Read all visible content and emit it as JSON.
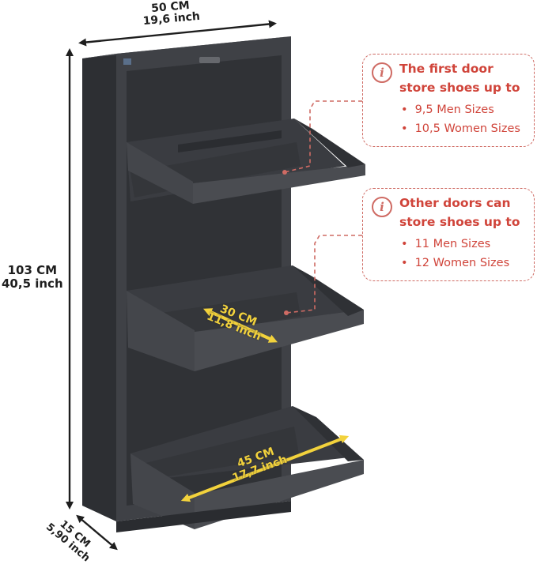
{
  "dimensions": {
    "width_cm": "50 CM",
    "width_inch": "19,6 inch",
    "height_cm": "103 CM",
    "height_inch": "40,5 inch",
    "depth_cm": "15 CM",
    "depth_inch": "5,90 inch",
    "shelf_depth_cm": "30 CM",
    "shelf_depth_inch": "11,8 inch",
    "shelf_width_cm": "45 CM",
    "shelf_width_inch": "17,7 inch"
  },
  "callouts": [
    {
      "title_line1": "The first door",
      "title_line2": "store shoes up to",
      "items": [
        "9,5 Men Sizes",
        "10,5 Women Sizes"
      ]
    },
    {
      "title_line1": "Other doors can",
      "title_line2": "store shoes up to",
      "items": [
        "11 Men Sizes",
        "12 Women Sizes"
      ]
    }
  ],
  "colors": {
    "cabinet": "#3d3f44",
    "dimension_line": "#1e1e1e",
    "highlight": "#f2d23c",
    "callout": "#d0443a"
  },
  "icons": [
    "info-icon",
    "dimension-arrow"
  ]
}
